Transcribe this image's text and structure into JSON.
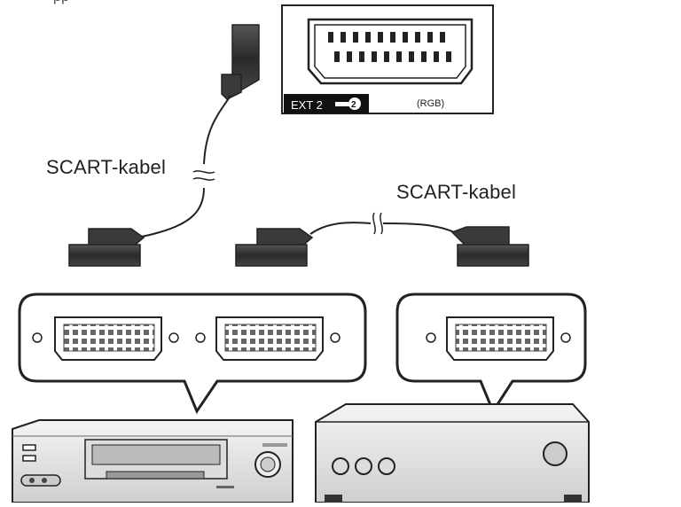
{
  "labels": {
    "top_fragment": "pp",
    "cable_left": "SCART-kabel",
    "cable_right": "SCART-kabel"
  },
  "tv_panel": {
    "port_label": "EXT 2",
    "port_number": "2",
    "port_mode": "(RGB)"
  },
  "colors": {
    "line": "#222222",
    "connector": "#333333",
    "device_body": "#e6e6e6",
    "port_tag_bg": "#111111"
  },
  "icons": [
    "scart-connector-icon",
    "scart-socket-icon",
    "vcr-device-icon",
    "receiver-device-icon"
  ]
}
